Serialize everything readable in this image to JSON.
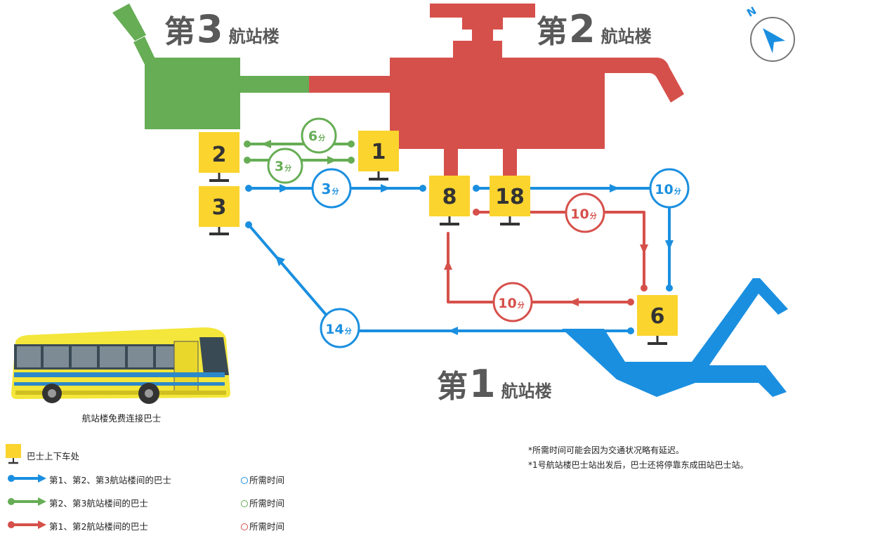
{
  "colors": {
    "blue": "#1a8fe0",
    "green": "#66ad55",
    "red": "#d6504b",
    "yellow": "#fbd42e",
    "stopText": "#333333"
  },
  "terminals": {
    "t3": {
      "pre": "第",
      "num": "3",
      "post": "航站楼"
    },
    "t2": {
      "pre": "第",
      "num": "2",
      "post": "航站楼"
    },
    "t1": {
      "pre": "第",
      "num": "1",
      "post": "航站楼"
    }
  },
  "compass": {
    "label": "N",
    "icon": "north-arrow-icon"
  },
  "stops": {
    "s2": "2",
    "s3": "3",
    "s1": "1",
    "s8": "8",
    "s18": "18",
    "s6": "6"
  },
  "times": {
    "green_top": {
      "num": "6",
      "unit": "分"
    },
    "green_bottom": {
      "num": "3",
      "unit": "分"
    },
    "blue_top": {
      "num": "3",
      "unit": "分"
    },
    "blue_right": {
      "num": "10",
      "unit": "分"
    },
    "red_right": {
      "num": "10",
      "unit": "分"
    },
    "red_bottom": {
      "num": "10",
      "unit": "分"
    },
    "blue_bottom": {
      "num": "14",
      "unit": "分"
    }
  },
  "bus": {
    "caption": "航站楼免费连接巴士"
  },
  "legend": {
    "stop": "巴士上下车处",
    "blue": "第1、第2、第3航站楼间的巴士",
    "green": "第2、第3航站楼间的巴士",
    "red": "第1、第2航站楼间的巴士",
    "time_blue": "所需时间",
    "time_green": "所需时间",
    "time_red": "所需时间"
  },
  "notes": [
    "*所需时间可能会因为交通状况略有延迟。",
    "*1号航站楼巴士站出发后，巴士还将停靠东成田站巴士站。"
  ]
}
